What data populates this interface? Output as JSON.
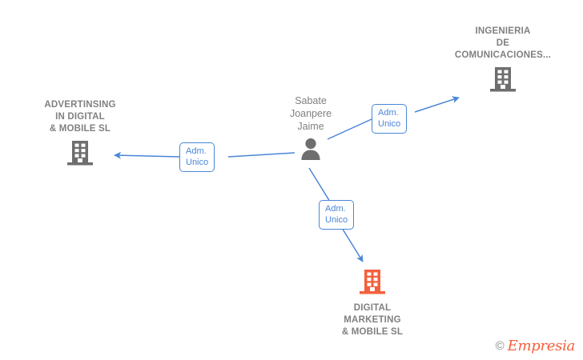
{
  "diagram": {
    "type": "corporate-relationship-graph",
    "background_color": "#FFFFFF",
    "edge_color": "#4A86D8",
    "label_text_color": "#808080",
    "company_icon_color": "#6E6E6E",
    "highlight_icon_color": "#F4603C",
    "person_icon_color": "#6E6E6E"
  },
  "nodes": [
    {
      "id": "person",
      "kind": "person",
      "name": "Sabate\nJoanpere\nJaime",
      "icon": "person-icon",
      "color": "#6E6E6E"
    },
    {
      "id": "advertinsing",
      "kind": "company",
      "name": "ADVERTINSING\nIN DIGITAL\n& MOBILE  SL",
      "icon": "building-icon",
      "color": "#6E6E6E"
    },
    {
      "id": "ingenieria",
      "kind": "company",
      "name": "INGENIERIA\nDE\nCOMUNICACIONES...",
      "icon": "building-icon",
      "color": "#6E6E6E"
    },
    {
      "id": "digital-marketing",
      "kind": "company",
      "name": "DIGITAL\nMARKETING\n& MOBILE  SL",
      "icon": "building-icon",
      "color": "#F4603C"
    }
  ],
  "edges": [
    {
      "id": "edge-advertinsing",
      "from": "person",
      "to": "advertinsing",
      "label": "Adm.\nUnico"
    },
    {
      "id": "edge-ingenieria",
      "from": "person",
      "to": "ingenieria",
      "label": "Adm.\nUnico"
    },
    {
      "id": "edge-digital-marketing",
      "from": "person",
      "to": "digital-marketing",
      "label": "Adm.\nUnico"
    }
  ],
  "watermark": {
    "copyright_symbol": "©",
    "brand_initial": "E",
    "brand_rest": "mpresia"
  }
}
